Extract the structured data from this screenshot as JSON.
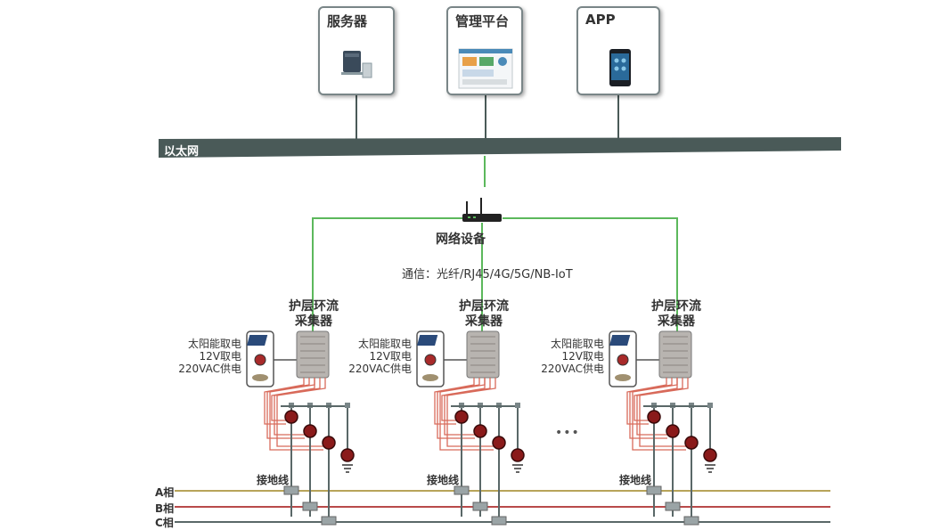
{
  "top_nodes": [
    {
      "label": "服务器",
      "icon": "server-icon"
    },
    {
      "label": "管理平台",
      "icon": "dashboard-icon"
    },
    {
      "label": "APP",
      "icon": "smartphone-icon"
    }
  ],
  "network": {
    "ethernet_label": "以太网",
    "device_label": "网络设备",
    "device_icon": "router-icon",
    "comm_text": "通信：光纤/RJ45/4G/5G/NB-IoT"
  },
  "collector": {
    "label_line1": "护层环流",
    "label_line2": "采集器",
    "power_solar": "太阳能取电",
    "power_12v": "12V取电",
    "power_220": "220VAC供电",
    "ground_label": "接地线"
  },
  "ellipsis": "•••",
  "phases": [
    "A相",
    "B相",
    "C相"
  ],
  "colors": {
    "ethernet": "#4a5a58",
    "comm_line": "#5cb85c",
    "phase_a": "#b8a45a",
    "phase_b": "#b84a4a",
    "phase_c": "#5a6868",
    "ct_ring": "#8a1a1a",
    "cable_red": "#d86a5a"
  }
}
